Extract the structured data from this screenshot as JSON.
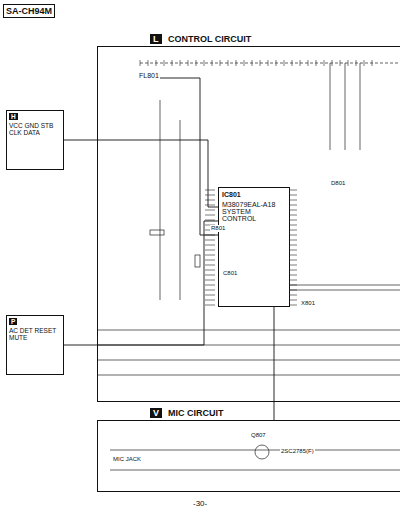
{
  "diagram": {
    "nodes": [
      {
        "text": [
          "SA-CH94M"
        ]
      },
      {
        "text": [
          "L",
          "CONTROL CIRCUIT"
        ]
      },
      {
        "text": [
          "FL801"
        ],
        "in": 1
      },
      {
        "text": [
          "IC801",
          "M38079EAL-A18 SYSTEM CONTROL"
        ],
        "in": 1
      },
      {
        "text": [
          "V",
          "MIC CIRCUIT"
        ]
      },
      {
        "text": [
          "H",
          "VCC GND STB CLK DATA"
        ]
      },
      {
        "text": [
          "P",
          "AC DET RESET MUTE"
        ]
      }
    ],
    "edges": [
      {
        "from": 5,
        "to": 3,
        "arrow": "none"
      },
      {
        "from": 6,
        "to": 3,
        "arrow": "none"
      },
      {
        "from": 2,
        "to": 3,
        "arrow": "none"
      },
      {
        "from": 4,
        "to": 3,
        "arrow": "none"
      }
    ],
    "labels": [
      "-30-",
      "Q807",
      "2SC2785(F)",
      "R801",
      "C801",
      "X801",
      "D801",
      "MIC JACK"
    ]
  }
}
